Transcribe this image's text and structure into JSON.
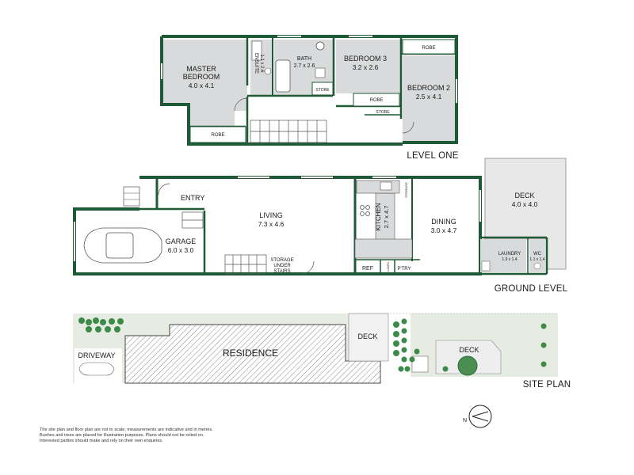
{
  "colors": {
    "wall": "#1f5a37",
    "room_fill": "#d9dadb",
    "deck_fill": "#e8e8e8",
    "site_fill": "#e6ece2",
    "shrub": "#3c8a49",
    "shrub_light": "#9bc79d",
    "hatch": "#7a7a7a"
  },
  "level_one": {
    "heading": "LEVEL ONE",
    "master_bedroom": {
      "name_line1": "MASTER",
      "name_line2": "BEDROOM",
      "dims": "4.0 x 4.1"
    },
    "ensuite": {
      "name": "ENSUITE",
      "dims": "1.1 x 2.6"
    },
    "bath": {
      "name": "BATH",
      "dims": "2.7 x 2.6"
    },
    "store_bath": "STORE",
    "bedroom3": {
      "name": "BEDROOM 3",
      "dims": "3.2 x 2.6"
    },
    "robe_b3": "ROBE",
    "store_hall": "STORE",
    "bedroom2": {
      "name": "BEDROOM 2",
      "dims": "2.5 x 4.1"
    },
    "robe_b2": "ROBE",
    "robe_master": "ROBE"
  },
  "ground_level": {
    "heading": "GROUND LEVEL",
    "entry": "ENTRY",
    "garage": {
      "name": "GARAGE",
      "dims": "6.0 x 3.0"
    },
    "living": {
      "name": "LIVING",
      "dims": "7.3 x 4.6"
    },
    "storage": {
      "line1": "STORAGE",
      "line2": "UNDER",
      "line3": "STAIRS"
    },
    "kitchen": {
      "name": "KITCHEN",
      "dims": "2.7 x 4.7"
    },
    "storage_kitchen": "STORAGE",
    "dining": {
      "name": "DINING",
      "dims": "3.0 x 4.7"
    },
    "deck": {
      "name": "DECK",
      "dims": "4.0 x 4.0"
    },
    "laundry": {
      "name": "LAUNDRY",
      "dims": "1.9 x 1.4"
    },
    "wc": {
      "name": "WC",
      "dims": "1.1 x 1.4"
    },
    "ref": "REF",
    "linen": "LINEN",
    "pantry": "P'TRY"
  },
  "site_plan": {
    "heading": "SITE PLAN",
    "driveway": "DRIVEWAY",
    "residence": "RESIDENCE",
    "deck_small": "DECK",
    "deck_large": "DECK"
  },
  "compass": {
    "letter": "N"
  },
  "disclaimer": {
    "line1": "The site plan and floor plan are not to scale; measurements are indicative and in metres.",
    "line2": "Bushes and trees are placed for illustration purposes. Plans should not be relied on.",
    "line3": "Interested parties should make and rely on their own enquiries."
  }
}
